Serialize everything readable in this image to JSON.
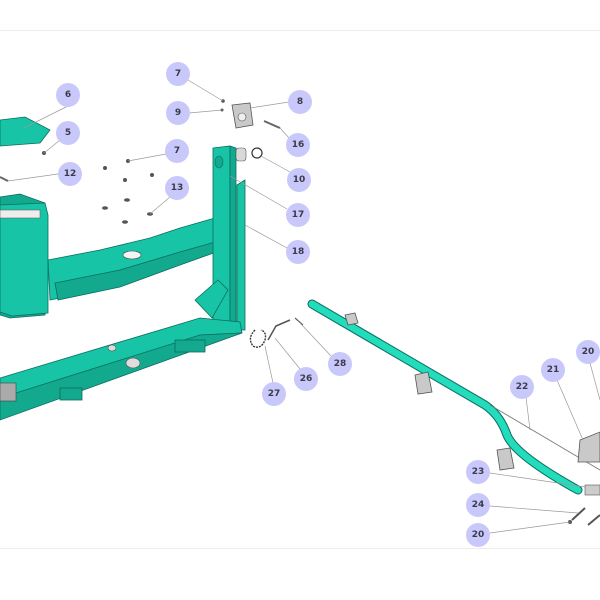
{
  "diagram": {
    "callouts": [
      "6",
      "5",
      "12",
      "7",
      "9",
      "8",
      "16",
      "7",
      "13",
      "10",
      "17",
      "18",
      "28",
      "26",
      "27",
      "20",
      "21",
      "22",
      "23",
      "24",
      "20"
    ]
  },
  "colors": {
    "frame": "#17c4a6",
    "callout": "#c9c8fb"
  }
}
